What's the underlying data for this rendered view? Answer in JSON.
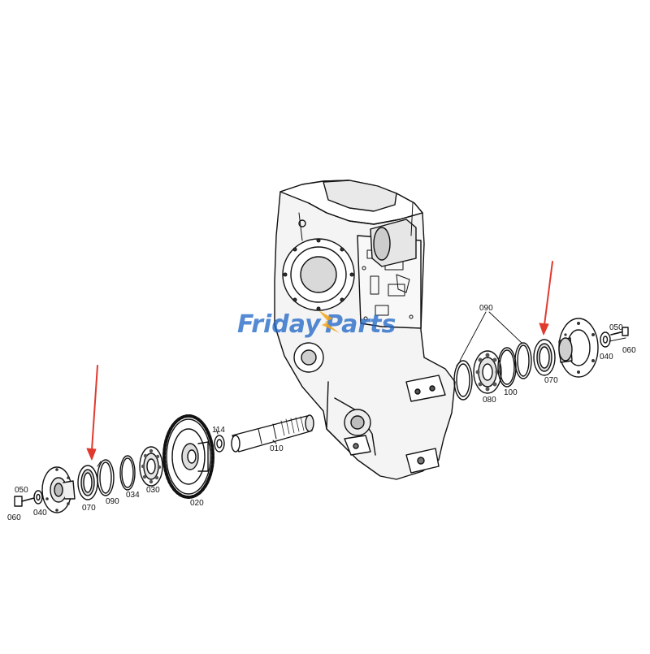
{
  "watermark": {
    "text_left": "Friday",
    "text_right": "Parts",
    "color": "#1b63c6",
    "accent_color": "#f2a51a"
  },
  "arrow_color": "#e03a2f",
  "line_color": "#111111",
  "callouts": {
    "left_050": "050",
    "left_060": "060",
    "left_040": "040",
    "left_070": "070",
    "left_090": "090",
    "left_034": "034",
    "left_030": "030",
    "left_020": "020",
    "left_114": "114",
    "left_010": "010",
    "right_090": "090",
    "right_080": "080",
    "right_100": "100",
    "right_070": "070",
    "right_040": "040",
    "right_050": "050",
    "right_060": "060"
  }
}
